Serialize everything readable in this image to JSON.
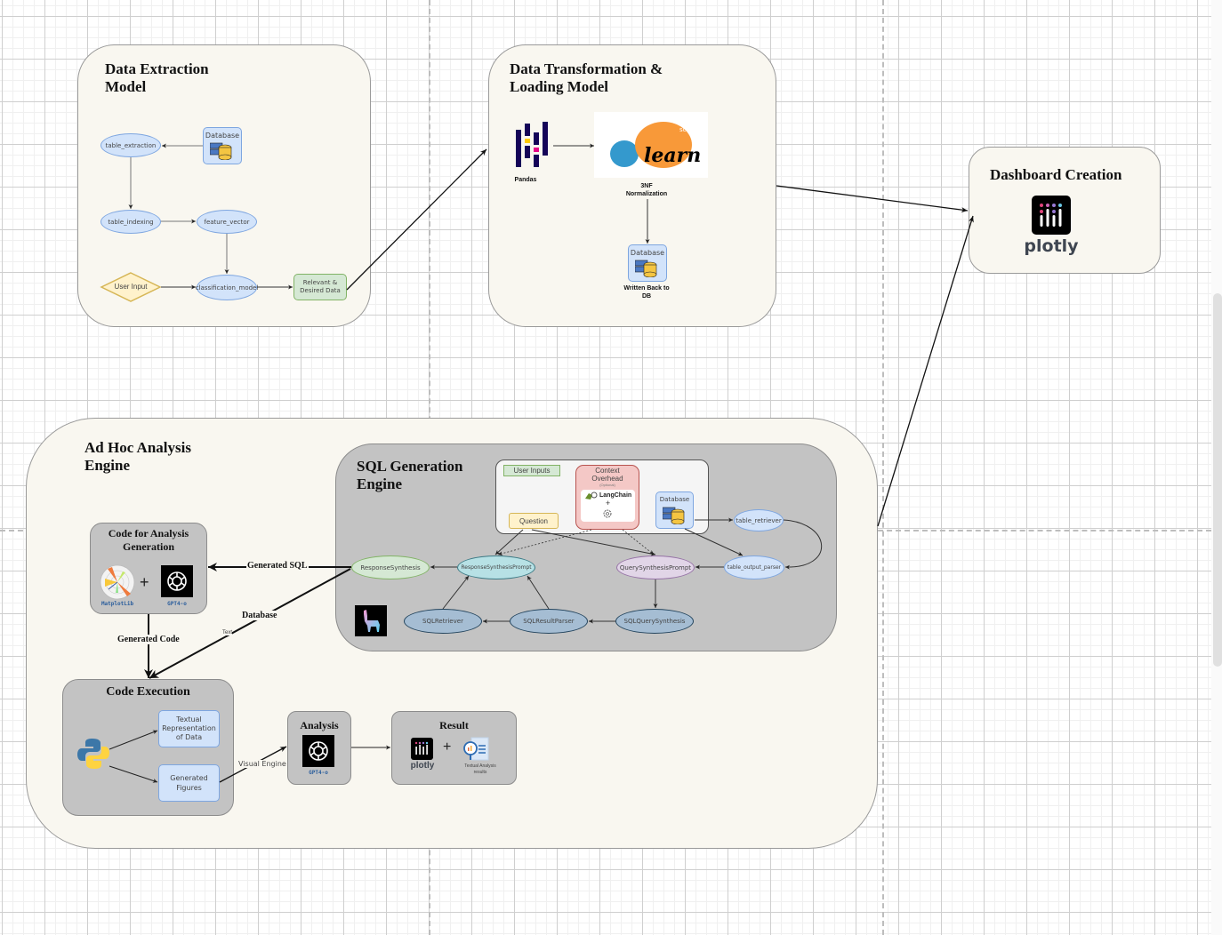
{
  "panels": {
    "data_extraction": {
      "title": "Data Extraction\nModel",
      "nodes": {
        "database": "Database",
        "table_extraction": "table_extraction",
        "table_indexing": "table_indexing",
        "feature_vector": "feature_vector",
        "user_input": "User Input",
        "classification_model": "classification_model",
        "relevant_data": "Relevant &\nDesired Data"
      }
    },
    "data_transformation": {
      "title": "Data  Transformation &\nLoading Model",
      "pandas_label": "Pandas",
      "sklearn_label": "scikit learn",
      "normalization_label": "3NF\nNormalization",
      "database": "Database",
      "written_back_label": "Written Back to\nDB"
    },
    "dashboard": {
      "title": "Dashboard Creation",
      "logo_label": "plotly"
    },
    "adhoc": {
      "title": "Ad Hoc Analysis\nEngine",
      "sql_engine": {
        "title": "SQL Generation\nEngine",
        "user_inputs_label": "User Inputs",
        "context_overhead": "Context\nOverhead",
        "context_optional": "(Optional)",
        "langchain_label": "LangChain",
        "plus": "+",
        "question": "Question",
        "database": "Database",
        "nodes": {
          "table_retriever": "table_retriever",
          "table_output_parser": "table_output_parser",
          "query_synthesis_prompt": "QuerySynthesisPrompt",
          "response_synthesis_prompt": "ResponseSynthesisPrompt",
          "response_synthesis": "ResponseSynthesis",
          "sql_retriever": "SQLRetriever",
          "sql_result_parser": "SQLResultParser",
          "sql_query_synthesis": "SQLQuerySynthesis"
        }
      },
      "code_gen": {
        "title": "Code for Analysis\nGeneration",
        "matplotlib_label": "MatplotLib",
        "gpt_label": "GPT4-o",
        "plus": "+"
      },
      "code_exec": {
        "title": "Code Execution",
        "textual_repr": "Textual\nRepresentation\nof Data",
        "generated_figures": "Generated\nFigures"
      },
      "analysis": {
        "title": "Analysis",
        "gpt_label": "GPT4-o"
      },
      "result": {
        "title": "Result",
        "plotly_label": "plotly",
        "plus": "+",
        "textual_results": "Textual Analysis\nresults"
      },
      "edge_labels": {
        "generated_sql": "Generated SQL",
        "database": "Database",
        "text": "Text",
        "generated_code": "Generated Code",
        "visual_engine": "Visual Engine"
      }
    }
  },
  "colors": {
    "panel_bg": "#f9f7f0",
    "inner_panel_bg": "#c3c3c3",
    "node_blue": "#d2e3fa",
    "node_blue_border": "#7ea6e0",
    "node_yellow": "#fff2cc",
    "node_yellow_border": "#d6b656",
    "node_green": "#d5e8d4",
    "node_green_border": "#82b366",
    "node_teal": "#b7e1e5",
    "node_purple": "#e1d5e7",
    "node_steel": "#a5bdd3",
    "context_red": "#f4c8c6"
  }
}
